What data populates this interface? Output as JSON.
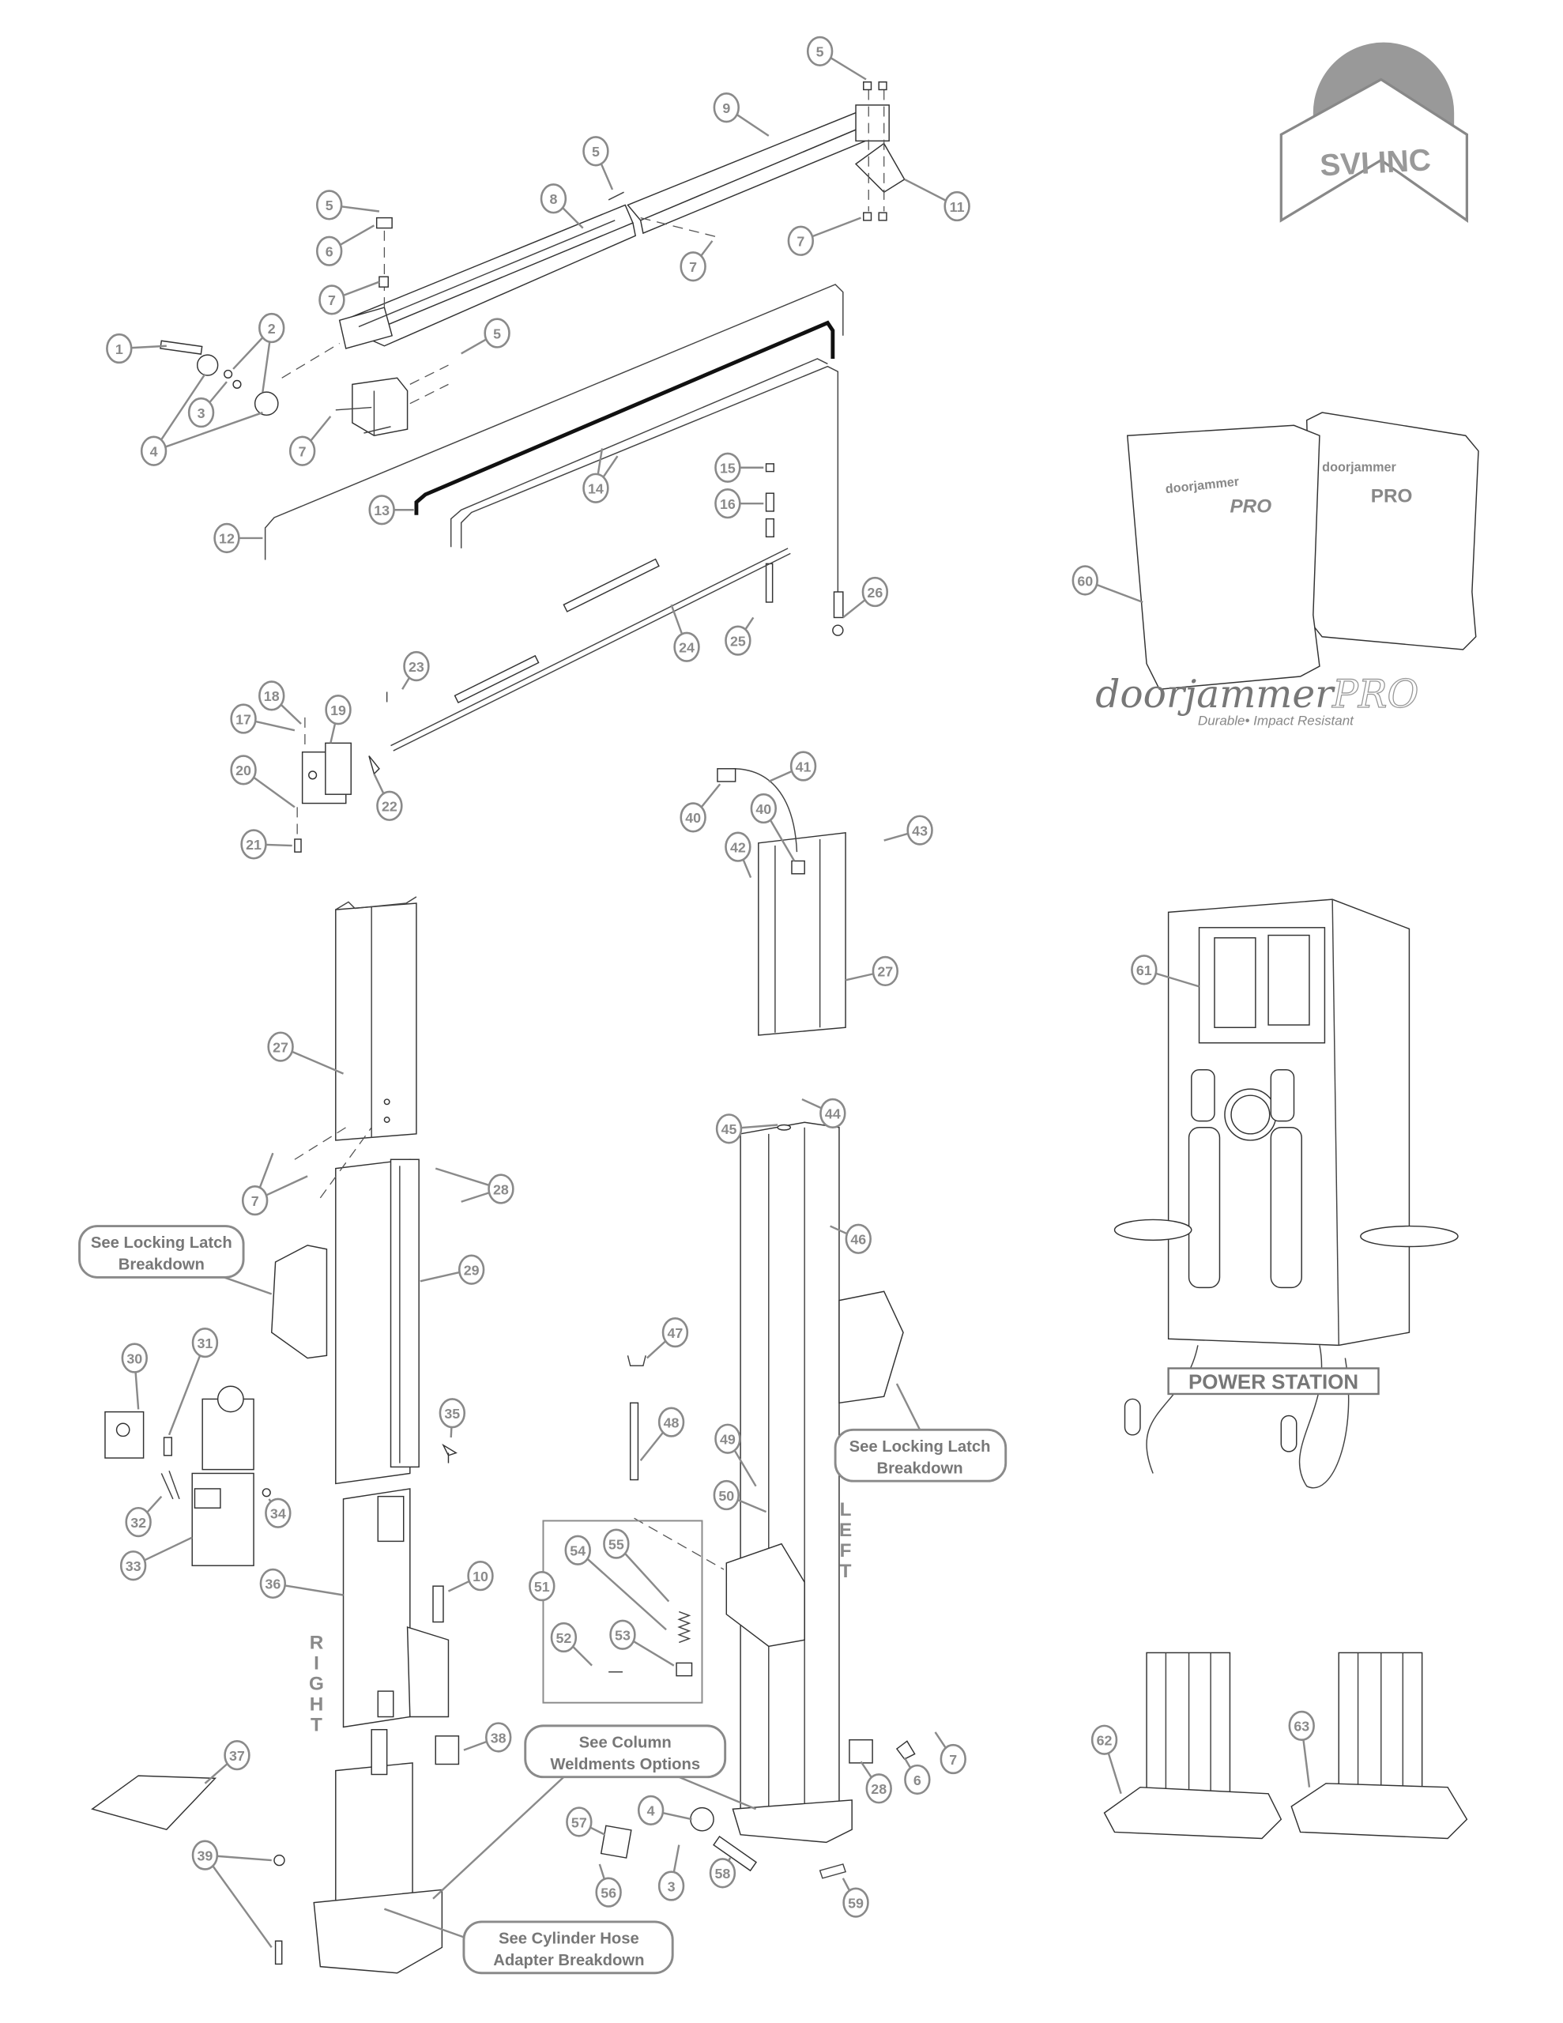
{
  "callouts": [
    "1",
    "2",
    "3",
    "4",
    "5",
    "5",
    "5",
    "6",
    "7",
    "8",
    "9",
    "11",
    "7",
    "7",
    "5",
    "7",
    "12",
    "13",
    "14",
    "15",
    "16",
    "24",
    "25",
    "26",
    "23",
    "18",
    "17",
    "19",
    "20",
    "22",
    "21",
    "41",
    "40",
    "40",
    "42",
    "43",
    "27",
    "44",
    "45",
    "27",
    "7",
    "28",
    "29",
    "46",
    "30",
    "31",
    "35",
    "47",
    "48",
    "32",
    "34",
    "33",
    "49",
    "50",
    "36",
    "10",
    "51",
    "54",
    "55",
    "52",
    "53",
    "38",
    "37",
    "28",
    "6",
    "7",
    "4",
    "57",
    "3",
    "58",
    "56",
    "59",
    "39",
    "60",
    "61",
    "62",
    "63"
  ],
  "notes": {
    "locking_latch_1": [
      "See Locking Latch",
      "Breakdown"
    ],
    "locking_latch_2": [
      "See Locking Latch",
      "Breakdown"
    ],
    "column_weldments": [
      "See Column",
      "Weldments Options"
    ],
    "cylinder_hose": [
      "See Cylinder Hose",
      "Adapter Breakdown"
    ]
  },
  "side_labels": {
    "right": [
      "R",
      "I",
      "G",
      "H",
      "T"
    ],
    "left": [
      "L",
      "E",
      "F",
      "T"
    ]
  },
  "logos": {
    "svi": "SVI INC",
    "doorjammer_panel": [
      "doorjammer",
      "PRO"
    ],
    "doorjammer_brand": "doorjammer",
    "doorjammer_brand_pro": "PRO",
    "doorjammer_tagline": "Durable• Impact Resistant",
    "power_station": "POWER STATION"
  },
  "colors": {
    "callout": "#8a8a8a",
    "line": "#333333"
  }
}
